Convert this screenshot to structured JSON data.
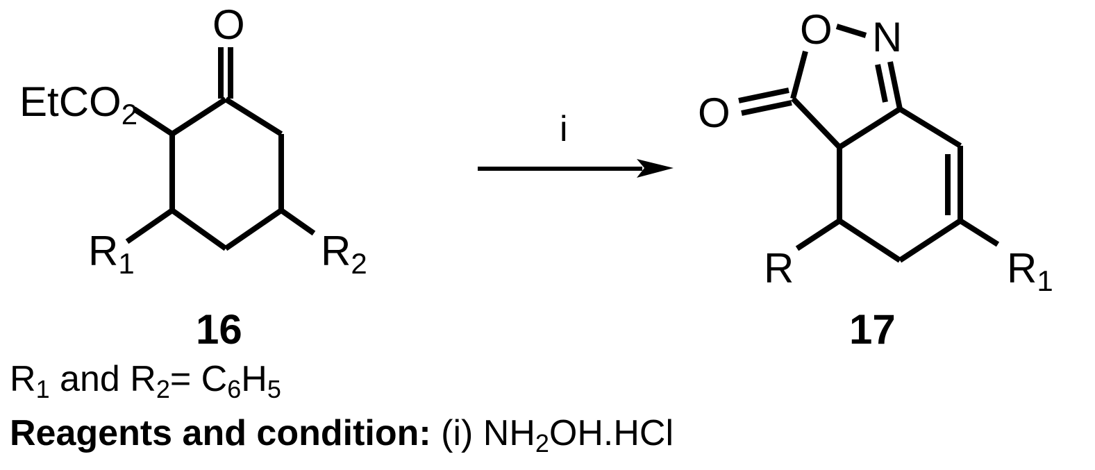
{
  "reaction": {
    "reactant": {
      "id_label": "16",
      "substituents": {
        "ester": {
          "main": "EtCO",
          "sub": "2"
        },
        "carbonyl_oxygen": "O",
        "r1": {
          "main": "R",
          "sub": "1"
        },
        "r2": {
          "main": "R",
          "sub": "2"
        }
      }
    },
    "arrow": {
      "reagent_label": "i",
      "direction": "right"
    },
    "product": {
      "id_label": "17",
      "atoms": {
        "ring_oxygen": "O",
        "ring_nitrogen": "N",
        "carbonyl_oxygen": "O",
        "r": "R",
        "r1": {
          "main": "R",
          "sub": "1"
        }
      }
    }
  },
  "footnotes": {
    "substituent_definition": {
      "r1": {
        "main": "R",
        "sub": "1"
      },
      "conj": " and ",
      "r2": {
        "main": "R",
        "sub": "2"
      },
      "equals": "= ",
      "formula": [
        {
          "main": "C",
          "sub": "6"
        },
        {
          "main": "H",
          "sub": "5"
        }
      ]
    },
    "conditions": {
      "heading": "Reagents and condition:",
      "step": " (i) ",
      "reagent": [
        {
          "main": "NH",
          "sub": "2"
        },
        {
          "main": "OH.HCl",
          "sub": ""
        }
      ]
    }
  }
}
